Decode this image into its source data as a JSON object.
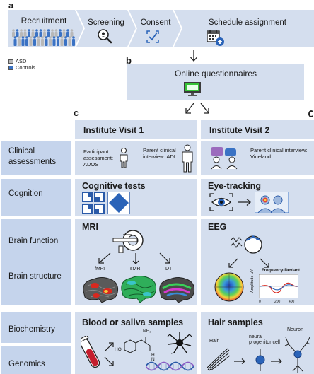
{
  "panel_letters": {
    "a": "a",
    "b": "b",
    "c": "c"
  },
  "flow_steps": [
    {
      "label": "Recruitment",
      "icon": "people-crowd-icon"
    },
    {
      "label": "Screening",
      "icon": "magnifier-person-icon"
    },
    {
      "label": "Consent",
      "icon": "checkbox-icon"
    },
    {
      "label": "Schedule assignment",
      "icon": "calendar-add-icon"
    }
  ],
  "legend": [
    {
      "label": "ASD",
      "color": "#b8b8b8"
    },
    {
      "label": "Controls",
      "color": "#3a72c4"
    }
  ],
  "online": {
    "title": "Online questionnaires",
    "icon": "monitor-icon"
  },
  "columns": [
    "Institute Visit 1",
    "Institute Visit 2"
  ],
  "rows": {
    "clinical": "Clinical assessments",
    "cognition": "Cognition",
    "brain_function": "Brain function",
    "brain_structure": "Brain structure",
    "biochemistry": "Biochemistry",
    "genomics": "Genomics"
  },
  "clinical": {
    "participant": "Participant assessment: ADOS",
    "parent_adi": "Parent clinical interview: ADI",
    "parent_vineland": "Parent clinical interview: Vineland"
  },
  "cognition": {
    "title": "Cognitive tests",
    "eye": "Eye-tracking"
  },
  "mri": {
    "title": "MRI",
    "labels": [
      "fMRI",
      "sMRI",
      "DTI"
    ]
  },
  "eeg": {
    "title": "EEG",
    "plot_title": "Frequency-Deviant",
    "y_axis": "Amplitude µV",
    "x_ticks": [
      "0",
      "200",
      "400"
    ]
  },
  "bio": {
    "title": "Blood or saliva samples",
    "nh2": "NH₂",
    "ho": "HO",
    "h": "H",
    "n": "N"
  },
  "hair": {
    "title": "Hair samples",
    "hair": "Hair",
    "npc": "neural progenitor cell",
    "neuron": "Neuron"
  }
}
